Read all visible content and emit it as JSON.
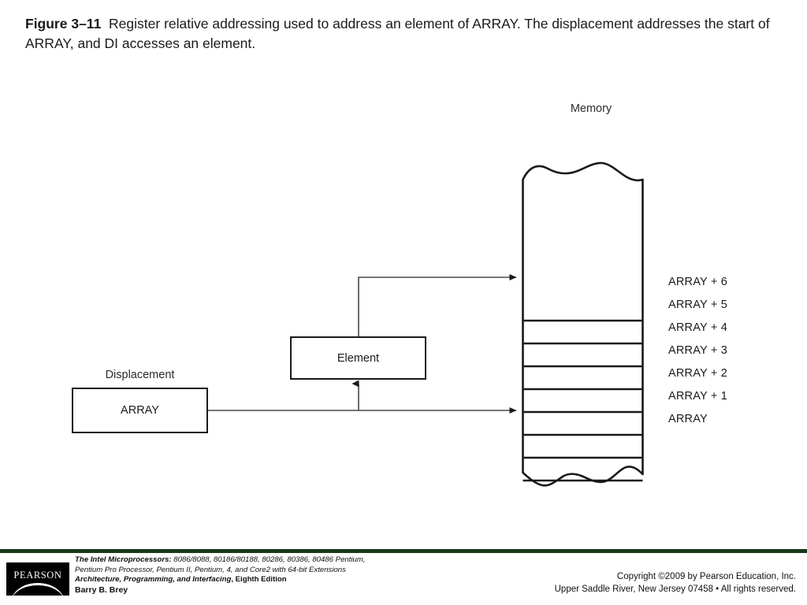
{
  "caption": {
    "figure_number": "Figure 3–11",
    "text": "Register relative addressing used to address an element of ARRAY. The displacement addresses the start of ARRAY, and DI accesses an element."
  },
  "figure": {
    "memory_title": "Memory",
    "memory_labels": [
      "ARRAY + 6",
      "ARRAY + 5",
      "ARRAY + 4",
      "ARRAY + 3",
      "ARRAY + 2",
      "ARRAY + 1",
      "ARRAY"
    ],
    "displacement_label": "Displacement",
    "array_box_label": "ARRAY",
    "element_box_label": "Element",
    "colors": {
      "line": "#1a1a1a",
      "text": "#1b1b1b"
    }
  },
  "footer": {
    "rule_color": "#16391c",
    "logo_text": "PEARSON",
    "book_title": "The Intel Microprocessors:",
    "book_line1_rest": " 8086/8088, 80186/80188, 80286, 80386, 80486 Pentium,",
    "book_line2": "Pentium Pro Processor, Pentium II, Pentium, 4, and Core2 with 64-bit Extensions",
    "book_line3_italic": "Architecture, Programming, and Interfacing",
    "book_line3_rest": ", Eighth Edition",
    "author": "Barry B. Brey",
    "copyright_line1": "Copyright ©2009 by Pearson Education, Inc.",
    "copyright_line2": "Upper Saddle River, New Jersey 07458 • All rights reserved."
  }
}
